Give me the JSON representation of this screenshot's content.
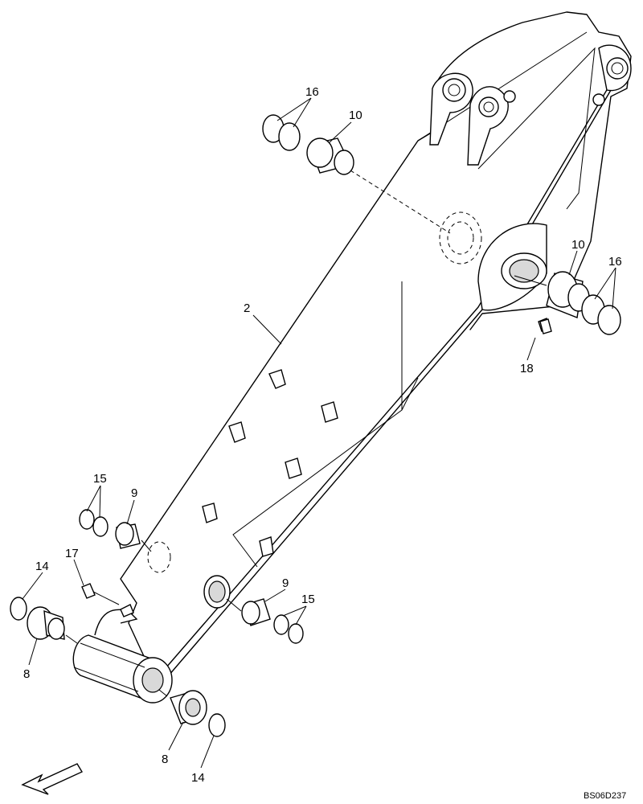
{
  "callouts": {
    "boom": "2",
    "bush_top_left": "10",
    "bush_right": "10",
    "seal_top_left": "16",
    "seal_right": "16",
    "grease_fitting_right": "18",
    "seal_mid_left": "15",
    "bush_mid_left": "9",
    "grease_fitting_left": "17",
    "bush_mid_lower": "9",
    "seal_mid_lower": "15",
    "ring_left": "14",
    "flange_bush_left": "8",
    "flange_bush_lower": "8",
    "ring_lower": "14"
  },
  "drawing_code": "BS06D237",
  "icons": {
    "direction": "front-direction-arrow-icon"
  }
}
